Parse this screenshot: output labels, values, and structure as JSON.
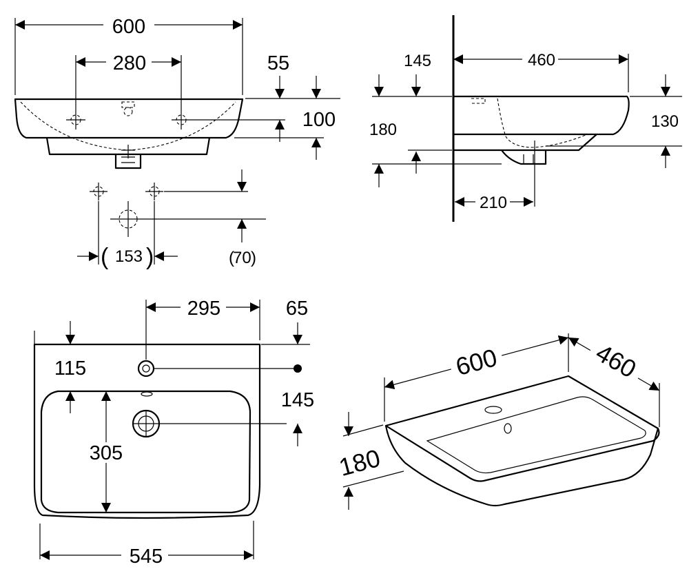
{
  "front_view": {
    "width": "600",
    "tap_spacing": "280",
    "overflow_offset": "55",
    "mounting_height": "100"
  },
  "fixing_detail": {
    "fixing_spacing": "153",
    "fixing_height": "70",
    "paren_open": "(",
    "paren_close": ")"
  },
  "side_view": {
    "overflow_from_wall": "145",
    "depth": "460",
    "total_height": "180",
    "body_height": "130",
    "waste_from_wall": "210"
  },
  "plan_view": {
    "tap_hole_distance": "295",
    "tap_hole_offset": "65",
    "back_rim": "115",
    "waste_from_back": "145",
    "bowl_depth": "305",
    "bottom_width": "545"
  },
  "iso_view": {
    "width": "600",
    "depth": "460",
    "height": "180"
  }
}
